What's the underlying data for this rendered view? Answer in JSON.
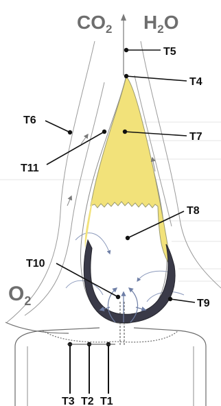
{
  "products": {
    "co2_main": "CO",
    "co2_sub": "2",
    "h2o_h": "H",
    "h2o_sub": "2",
    "h2o_o": "O"
  },
  "oxygen": {
    "main": "O",
    "sub": "2"
  },
  "labels": {
    "t1": "T1",
    "t2": "T2",
    "t3": "T3",
    "t4": "T4",
    "t5": "T5",
    "t6": "T6",
    "t7": "T7",
    "t8": "T8",
    "t9": "T9",
    "t10": "T10",
    "t11": "T11"
  },
  "colors": {
    "flame_fill": "#f2e27a",
    "flame_outline": "#9a9a72",
    "blue_zone": "#3a3a48",
    "gas_text": "#6e6e6e",
    "label_text": "#111111",
    "flow_lines": "#8a8a8a",
    "arrows": "#6f7fa6"
  }
}
